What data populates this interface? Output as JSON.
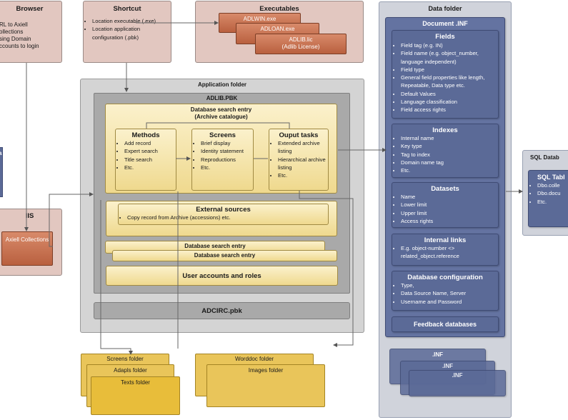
{
  "browser": {
    "title": "Browser",
    "lines": [
      "RL to Axiell",
      "ollections",
      "sing Domain",
      "ccounts to login"
    ]
  },
  "shortcut": {
    "title": "Shortcut",
    "items": [
      "Location executable (.exe)",
      "Location application configuration (.pbk)"
    ]
  },
  "executables": {
    "title": "Executables",
    "files": [
      "ADLWIN.exe",
      "ADLOAN.exe",
      "ADLIB.lic",
      "(Adlib License)"
    ]
  },
  "app_folder": {
    "title": "Application folder",
    "pbk": "ADLIB.PBK",
    "db_entry": {
      "title": "Database search entry",
      "subtitle": "(Archive catalogue)"
    },
    "methods": {
      "title": "Methods",
      "items": [
        "Add record",
        "Expert search",
        "Title search",
        "Etc."
      ]
    },
    "screens": {
      "title": "Screens",
      "items": [
        "Brief display",
        "Identity statement",
        "Reproductions",
        "Etc."
      ]
    },
    "output": {
      "title": "Ouput tasks",
      "items": [
        "Extended archive listing",
        "Hierarchical archive listing",
        "Etc."
      ]
    },
    "external": {
      "title": "External sources",
      "items": [
        "Copy record from Archive (accessions) etc."
      ]
    },
    "db_entry2": "Database search entry",
    "db_entry3": "Database search entry",
    "user_accounts": "User accounts and roles",
    "adcirc": "ADCIRC.pbk"
  },
  "iis": {
    "title": "IIS",
    "box": "Axiell Collections"
  },
  "left_edge": {
    "label_a": "a"
  },
  "folders": {
    "screens": "Screens folder",
    "adapls": "Adapls folder",
    "texts": "Texts folder",
    "worddoc": "Worddoc folder",
    "images": "Images folder"
  },
  "data_folder": {
    "title": "Data folder",
    "document_inf": "Document .INF",
    "fields": {
      "title": "Fields",
      "items": [
        "Field tag (e.g. IN)",
        "Field name (e.g. object_number, language independent)",
        "Field type",
        "General field properties like length, Repeatable, Data type etc.",
        "Default Values",
        "Language classification",
        "Field access rights"
      ]
    },
    "indexes": {
      "title": "Indexes",
      "items": [
        "Internal name",
        "Key type",
        "Tag to index",
        "Domain name tag",
        "Etc."
      ]
    },
    "datasets": {
      "title": "Datasets",
      "items": [
        "Name",
        "Lower limit",
        "Upper limit",
        "Access rights"
      ]
    },
    "internal_links": {
      "title": "Internal links",
      "items": [
        "E.g. object-number <> related_object.reference"
      ]
    },
    "db_config": {
      "title": "Database configuration",
      "items": [
        "Type,",
        "Data Source Name, Server",
        "Username and Password"
      ]
    },
    "feedback": "Feedback databases",
    "inf_files": [
      ".INF",
      ".INF",
      ".INF"
    ]
  },
  "sql": {
    "title": "SQL Datab",
    "inner_title": "SQL Tabl",
    "items": [
      "Dbo.colle",
      "Dbo.docu",
      "Etc."
    ]
  }
}
